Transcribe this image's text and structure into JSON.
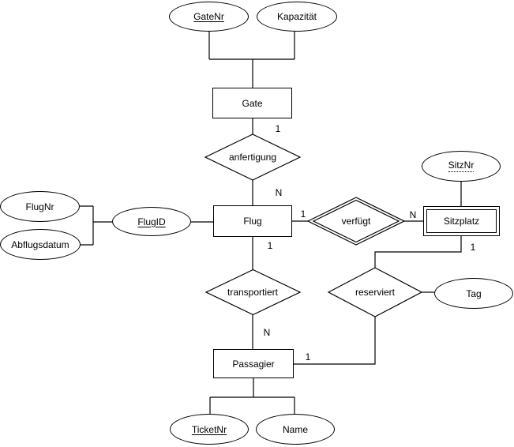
{
  "entities": {
    "gate": "Gate",
    "flug": "Flug",
    "sitzplatz": "Sitzplatz",
    "passagier": "Passagier"
  },
  "relationships": {
    "anfertigung": "anfertigung",
    "verfuegt": "verfügt",
    "transportiert": "transportiert",
    "reserviert": "reserviert"
  },
  "attributes": {
    "gatenr": "GateNr",
    "kapazitaet": "Kapazität",
    "flugnr": "FlugNr",
    "abflugsdatum": "Abflugsdatum",
    "flugid": "FlugID",
    "sitznr": "SitzNr",
    "tag": "Tag",
    "ticketnr": "TicketNr",
    "name": "Name"
  },
  "cardinalities": {
    "gate_anfertigung": "1",
    "anfertigung_flug": "N",
    "flug_verfuegt": "1",
    "verfuegt_sitzplatz": "N",
    "flug_transportiert": "1",
    "transportiert_passagier": "N",
    "sitzplatz_reserviert": "1",
    "reserviert_passagier": "1"
  },
  "notation": {
    "key_attributes": [
      "GateNr",
      "FlugID",
      "TicketNr"
    ],
    "partial_key_attributes": [
      "SitzNr"
    ],
    "weak_entities": [
      "Sitzplatz"
    ],
    "identifying_relationships": [
      "verfügt"
    ]
  },
  "colors": {
    "stroke": "#000000",
    "fill": "#ffffff",
    "text": "#000000"
  }
}
